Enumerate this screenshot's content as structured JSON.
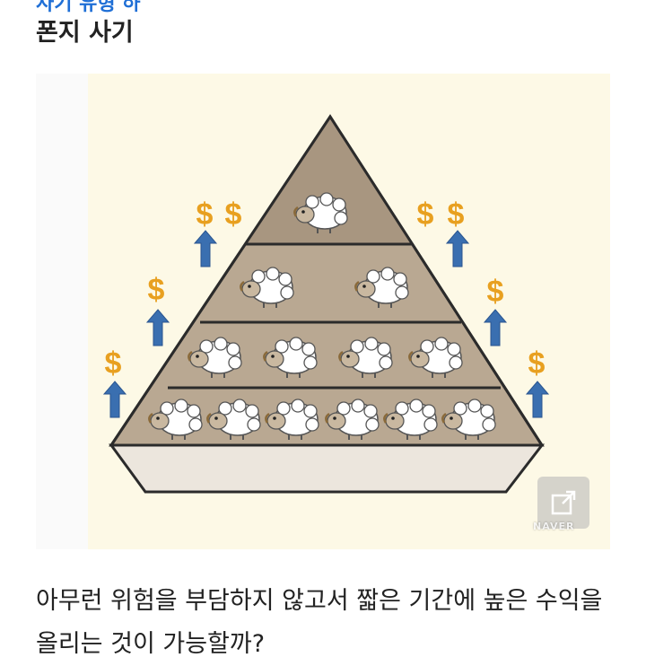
{
  "header": {
    "top_link": "사기 유형 하",
    "section_title": "폰지 사기"
  },
  "figure": {
    "symbol": "$",
    "colors": {
      "dollar": "#e8a020",
      "arrow": "#3a6fb0",
      "pyramid_fill": "#b9a892",
      "pyramid_top": "#a89680",
      "pyramid_base": "#ece6dd",
      "outline": "#2b2b2b"
    },
    "watermark": "NAVER",
    "expand_icon": "expand-icon"
  },
  "article": {
    "body": "아무런 위험을 부담하지 않고서 짧은 기간에 높은 수익을 올리는 것이 가능할까?"
  }
}
